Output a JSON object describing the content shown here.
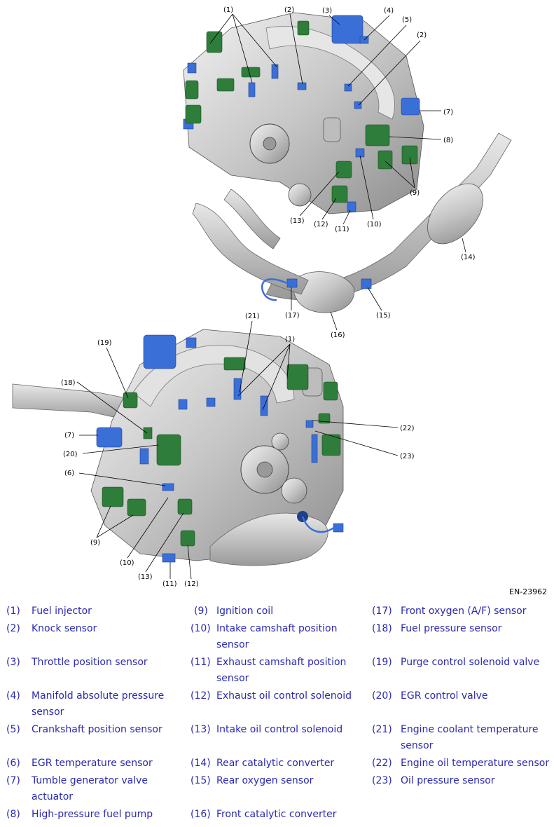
{
  "figure_id": "EN-23962",
  "legend": [
    {
      "num": "(1)",
      "label": "Fuel injector"
    },
    {
      "num": "(2)",
      "label": "Knock sensor"
    },
    {
      "num": "(3)",
      "label": "Throttle position sensor"
    },
    {
      "num": "(4)",
      "label": "Manifold absolute pressure sensor"
    },
    {
      "num": "(5)",
      "label": "Crankshaft position sensor"
    },
    {
      "num": "(6)",
      "label": "EGR temperature sensor"
    },
    {
      "num": "(7)",
      "label": "Tumble generator valve actuator"
    },
    {
      "num": "(8)",
      "label": "High-pressure fuel pump"
    },
    {
      "num": "(9)",
      "label": "Ignition coil"
    },
    {
      "num": "(10)",
      "label": "Intake camshaft position sensor"
    },
    {
      "num": "(11)",
      "label": "Exhaust camshaft position sensor"
    },
    {
      "num": "(12)",
      "label": "Exhaust oil control solenoid"
    },
    {
      "num": "(13)",
      "label": "Intake oil control solenoid"
    },
    {
      "num": "(14)",
      "label": "Rear catalytic converter"
    },
    {
      "num": "(15)",
      "label": "Rear oxygen sensor"
    },
    {
      "num": "(16)",
      "label": "Front catalytic converter"
    },
    {
      "num": "(17)",
      "label": "Front oxygen (A/F) sensor"
    },
    {
      "num": "(18)",
      "label": "Fuel pressure sensor"
    },
    {
      "num": "(19)",
      "label": "Purge control solenoid valve"
    },
    {
      "num": "(20)",
      "label": "EGR control valve"
    },
    {
      "num": "(21)",
      "label": "Engine coolant temperature sensor"
    },
    {
      "num": "(22)",
      "label": "Engine oil temperature sensor"
    },
    {
      "num": "(23)",
      "label": "Oil pressure sensor"
    }
  ],
  "callouts_top": [
    "(1)",
    "(2)",
    "(3)",
    "(4)",
    "(5)",
    "(2)",
    "(7)",
    "(8)",
    "(9)",
    "(10)",
    "(11)",
    "(12)",
    "(13)",
    "(14)",
    "(15)",
    "(16)",
    "(17)"
  ],
  "callouts_bottom": [
    "(21)",
    "(1)",
    "(19)",
    "(18)",
    "(7)",
    "(20)",
    "(6)",
    "(9)",
    "(10)",
    "(13)",
    "(11)",
    "(12)",
    "(22)",
    "(23)"
  ],
  "colors": {
    "legend_text": "#2a2ab0",
    "sensor_blue": "#3a6fd8",
    "actuator_green": "#2e7d3a",
    "engine_grey": "#c9c9c9"
  }
}
